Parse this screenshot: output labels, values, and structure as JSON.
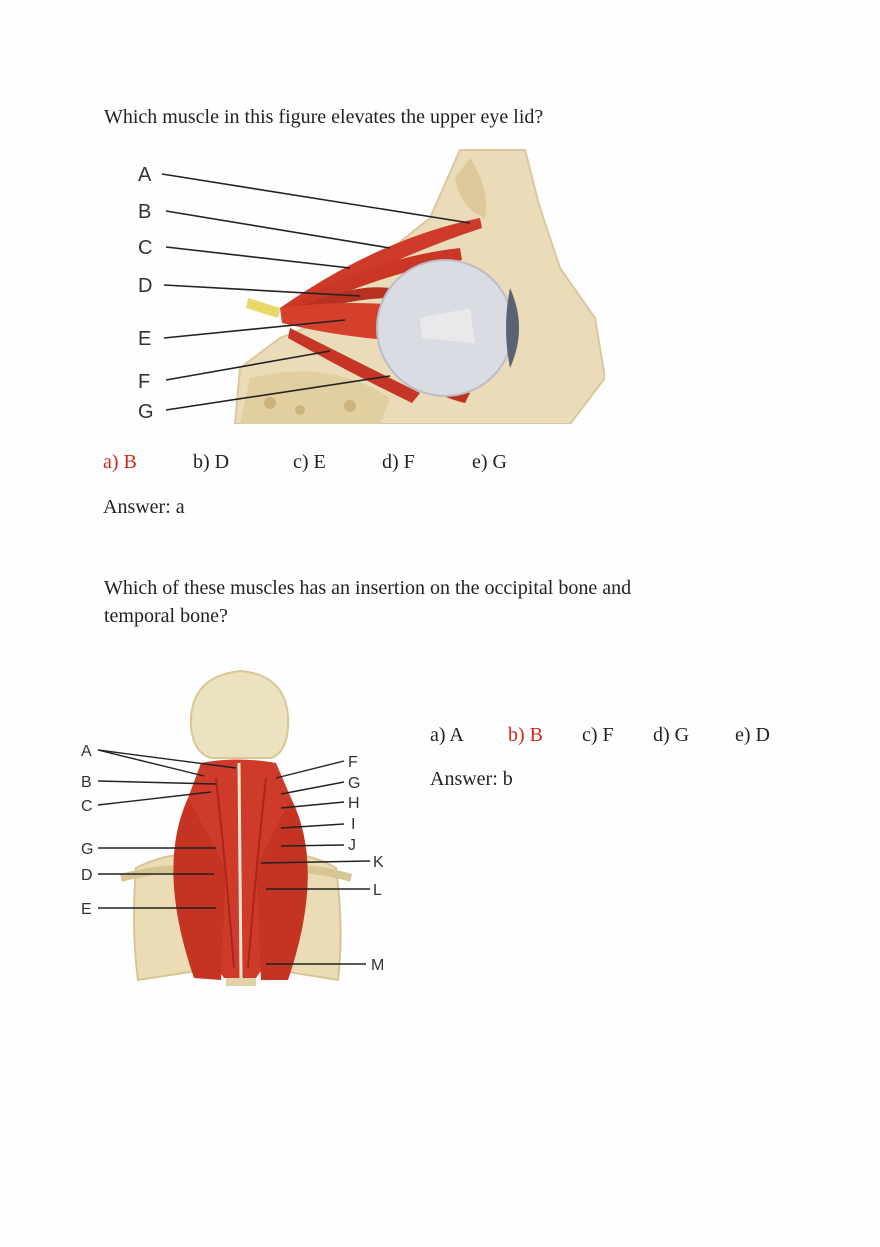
{
  "q1": {
    "question": "Which muscle in this figure elevates the upper eye lid?",
    "figure_labels": [
      "A",
      "B",
      "C",
      "D",
      "E",
      "F",
      "G"
    ],
    "options": [
      {
        "text": "a) B",
        "correct": true
      },
      {
        "text": "b) D",
        "correct": false
      },
      {
        "text": "c) E",
        "correct": false
      },
      {
        "text": "d) F",
        "correct": false
      },
      {
        "text": "e) G",
        "correct": false
      }
    ],
    "answer": "Answer: a"
  },
  "q2": {
    "question_line1": "Which of these muscles has an insertion on the occipital bone and",
    "question_line2": "temporal bone?",
    "figure_labels_left": [
      "A",
      "B",
      "C",
      "G",
      "D",
      "E"
    ],
    "figure_labels_right": [
      "F",
      "G",
      "H",
      "I",
      "J",
      "K",
      "L",
      "M"
    ],
    "options": [
      {
        "text": "a) A",
        "correct": false
      },
      {
        "text": "b) B",
        "correct": true
      },
      {
        "text": "c) F",
        "correct": false
      },
      {
        "text": "d) G",
        "correct": false
      },
      {
        "text": "e) D",
        "correct": false
      }
    ],
    "answer": "Answer: b"
  },
  "colors": {
    "correct": "#d0281e",
    "text": "#222222",
    "muscle": "#cf3b2a",
    "bone": "#eadcb8"
  }
}
